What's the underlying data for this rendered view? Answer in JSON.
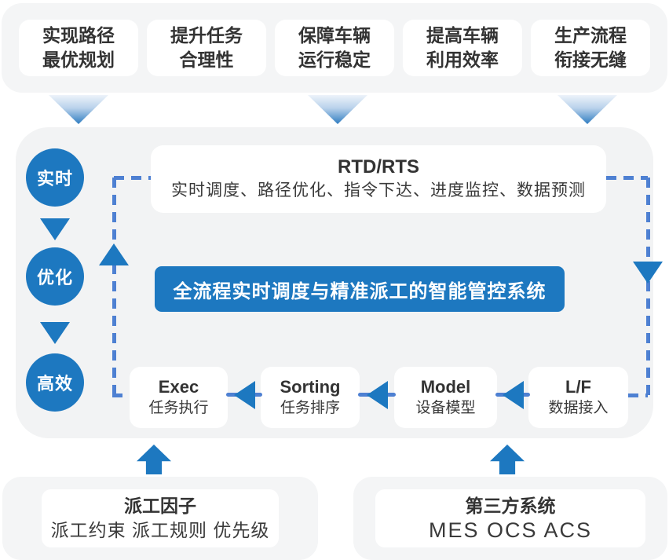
{
  "colors": {
    "accent_blue": "#1d78c0",
    "connector_blue": "#4e80d2",
    "panel_gray": "#f2f3f4",
    "bar_gray": "#f4f5f6",
    "card_white": "#ffffff",
    "text_dark": "#333333",
    "arrow_gradient_top": "#edf3fa",
    "arrow_gradient_bottom": "#2e7cc1"
  },
  "top_benefits": [
    {
      "line1": "实现路径",
      "line2": "最优规划"
    },
    {
      "line1": "提升任务",
      "line2": "合理性"
    },
    {
      "line1": "保障车辆",
      "line2": "运行稳定"
    },
    {
      "line1": "提高车辆",
      "line2": "利用效率"
    },
    {
      "line1": "生产流程",
      "line2": "衔接无缝"
    }
  ],
  "left_steps": [
    {
      "label": "实时"
    },
    {
      "label": "优化"
    },
    {
      "label": "高效"
    }
  ],
  "rtd_box": {
    "title": "RTD/RTS",
    "subtitle": "实时调度、路径优化、指令下达、进度监控、数据预测"
  },
  "banner": {
    "text": "全流程实时调度与精准派工的智能管控系统"
  },
  "pipeline": [
    {
      "title": "Exec",
      "subtitle": "任务执行"
    },
    {
      "title": "Sorting",
      "subtitle": "任务排序"
    },
    {
      "title": "Model",
      "subtitle": "设备模型"
    },
    {
      "title": "L/F",
      "subtitle": "数据接入"
    }
  ],
  "bottom_sources": [
    {
      "title": "派工因子",
      "subtitle": "派工约束 派工规则 优先级"
    },
    {
      "title": "第三方系统",
      "subtitle": "MES OCS ACS"
    }
  ]
}
